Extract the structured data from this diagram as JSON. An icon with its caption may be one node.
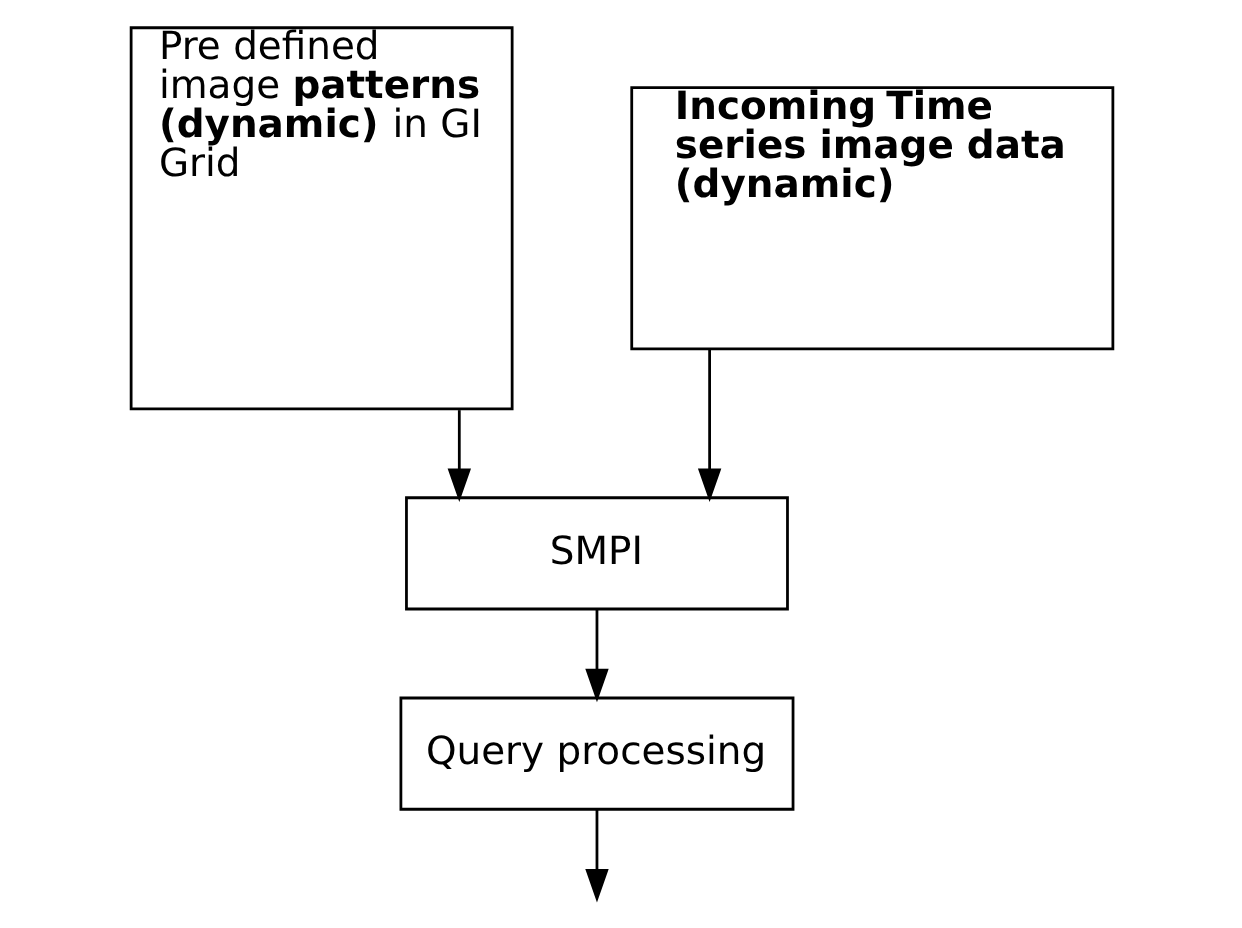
{
  "diagram": {
    "nodes": [
      {
        "text": [
          "Pre defined image **patterns (dynamic)** in GI Grid"
        ]
      },
      {
        "text": [
          "Incoming Time series image data (dynamic)"
        ]
      },
      {
        "text": [
          "SMPI"
        ]
      },
      {
        "text": [
          "Query processing"
        ]
      }
    ],
    "edges": [
      {
        "from": 0,
        "to": 2,
        "arrow": "to"
      },
      {
        "from": 1,
        "to": 2,
        "arrow": "to"
      },
      {
        "from": 2,
        "to": 3,
        "arrow": "to"
      },
      {
        "from": 3,
        "to": null,
        "arrow": "to"
      }
    ]
  }
}
